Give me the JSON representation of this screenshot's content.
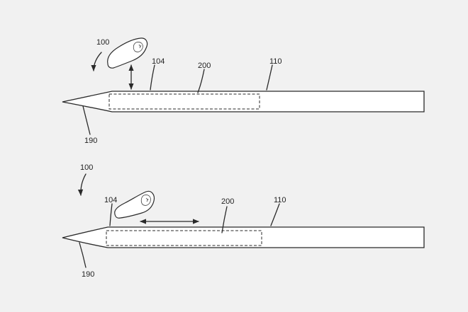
{
  "figure": {
    "background": "#f1f1f1",
    "line_color": "#2a2a2a",
    "top_view": {
      "ref_device": "100",
      "ref_touch_region": "104",
      "ref_sensor": "200",
      "ref_body": "110",
      "ref_tip": "190"
    },
    "bottom_view": {
      "ref_device": "100",
      "ref_touch_region": "104",
      "ref_sensor": "200",
      "ref_body": "110",
      "ref_tip": "190"
    }
  }
}
